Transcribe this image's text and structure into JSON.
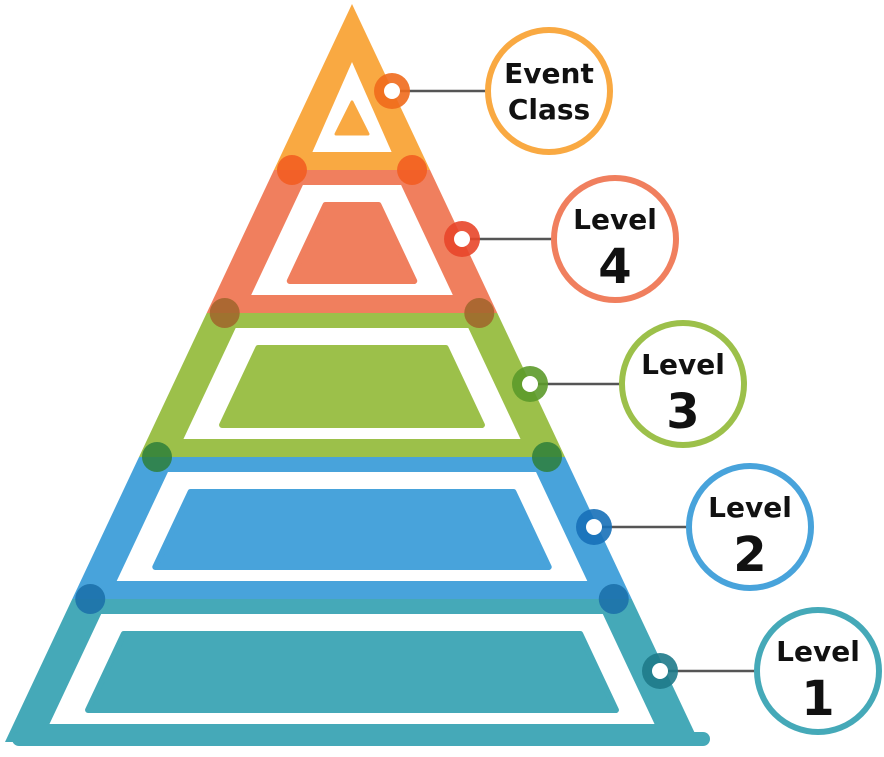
{
  "pyramid": {
    "levels": [
      {
        "key": "event_class",
        "line1": "Event",
        "line2": "Class",
        "color": "#F9A942",
        "dot": "#F06A1C"
      },
      {
        "key": "level4",
        "line1": "Level",
        "line2": "4",
        "color": "#F07F5E",
        "dot": "#E8462A"
      },
      {
        "key": "level3",
        "line1": "Level",
        "line2": "3",
        "color": "#9CC04A",
        "dot": "#5C9A2A"
      },
      {
        "key": "level2",
        "line1": "Level",
        "line2": "2",
        "color": "#48A3DB",
        "dot": "#1770B8"
      },
      {
        "key": "level1",
        "line1": "Level",
        "line2": "1",
        "color": "#45A9B8",
        "dot": "#1E7A8A"
      }
    ],
    "junction_colors": [
      "#F25A1E",
      "#A0642A",
      "#2E7F3A",
      "#1A6FA8"
    ],
    "connector_color": "#555555"
  }
}
